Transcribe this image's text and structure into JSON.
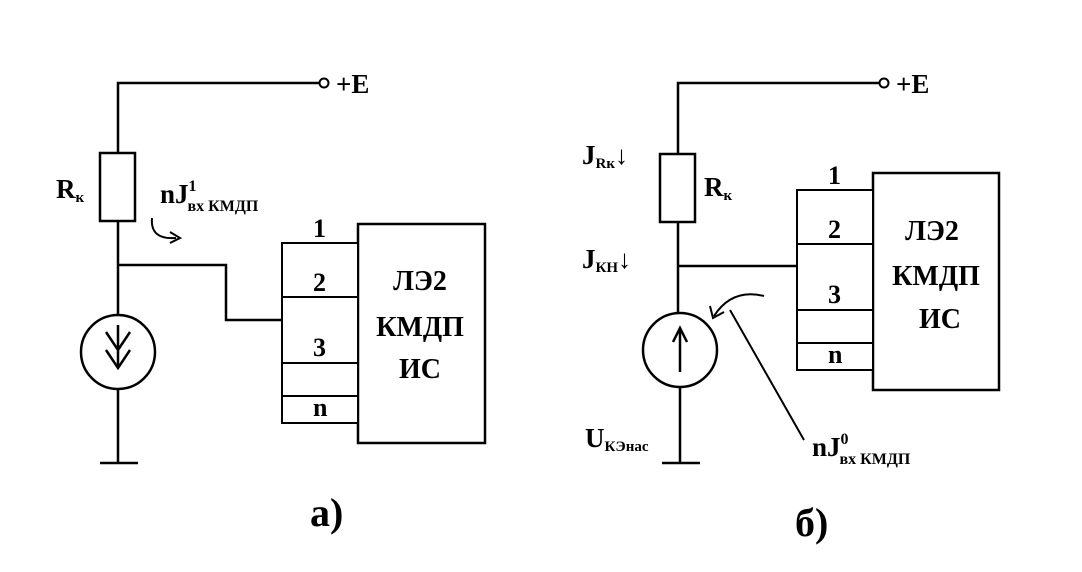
{
  "circuit_a": {
    "supply_label": "+E",
    "resistor_label": "R",
    "resistor_sub": "к",
    "current_label": "nJ",
    "current_sup": "1",
    "current_sub": "вх КМДП",
    "ic_line1": "ЛЭ2",
    "ic_line2": "КМДП",
    "ic_line3": "ИС",
    "pins": [
      "1",
      "2",
      "3",
      "n"
    ],
    "caption": "а)"
  },
  "circuit_b": {
    "supply_label": "+E",
    "resistor_label": "R",
    "resistor_sub": "к",
    "jr_label": "J",
    "jr_sub": "Rк",
    "jkn_label": "J",
    "jkn_sub": "КН",
    "arrow_down": "↓",
    "u_label": "U",
    "u_sub": "КЭнас",
    "current_label": "nJ",
    "current_sup": "0",
    "current_sub": "вх КМДП",
    "ic_line1": "ЛЭ2",
    "ic_line2": "КМДП",
    "ic_line3": "ИС",
    "pins": [
      "1",
      "2",
      "3",
      "n"
    ],
    "caption": "б)"
  }
}
